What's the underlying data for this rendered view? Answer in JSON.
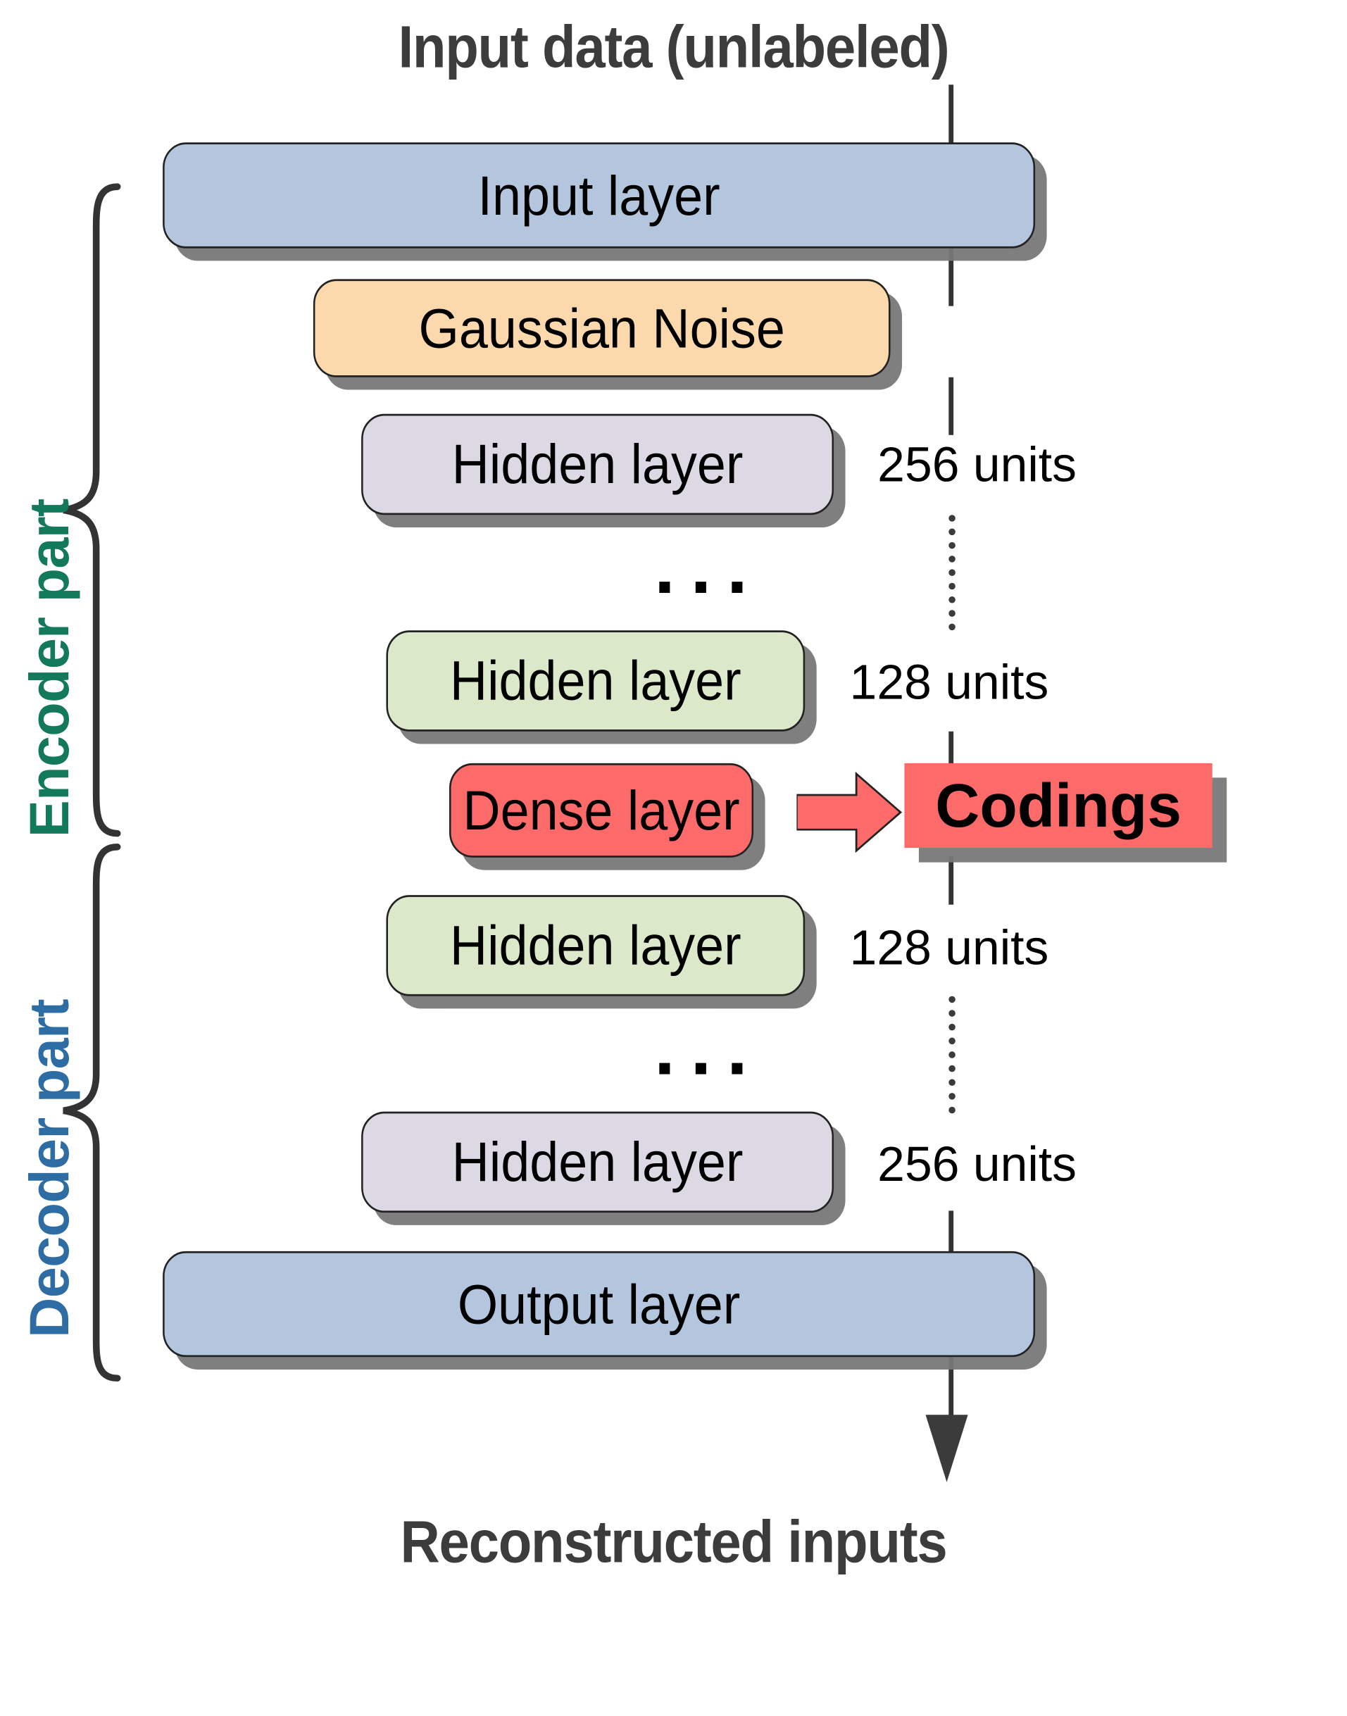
{
  "diagram": {
    "title_top": "Input data (unlabeled)",
    "title_bottom": "Reconstructed inputs",
    "encoder_label": "Encoder part",
    "decoder_label": "Decoder part",
    "codings_label": "Codings",
    "ellipsis": "...",
    "colors": {
      "io_layer": "#b3c6de",
      "noise_layer": "#fbd9ac",
      "hidden_256": "#dcd9e4",
      "hidden_128": "#dce8ca",
      "dense_layer": "#fc6a6a",
      "codings": "#fc6a6a",
      "encoder_text": "#12795a",
      "decoder_text": "#2e6da4",
      "title_text": "#3c3c3c",
      "connector": "#333333",
      "shadow": "#787878"
    },
    "layers": [
      {
        "id": "input-layer",
        "label": "Input layer",
        "units": ""
      },
      {
        "id": "gaussian-noise",
        "label": "Gaussian Noise",
        "units": ""
      },
      {
        "id": "hidden-enc-256",
        "label": "Hidden layer",
        "units": "256 units"
      },
      {
        "id": "hidden-enc-128",
        "label": "Hidden layer",
        "units": "128 units"
      },
      {
        "id": "dense-layer",
        "label": "Dense layer",
        "units": ""
      },
      {
        "id": "hidden-dec-128",
        "label": "Hidden layer",
        "units": "128 units"
      },
      {
        "id": "hidden-dec-256",
        "label": "Hidden layer",
        "units": "256 units"
      },
      {
        "id": "output-layer",
        "label": "Output layer",
        "units": ""
      }
    ]
  }
}
